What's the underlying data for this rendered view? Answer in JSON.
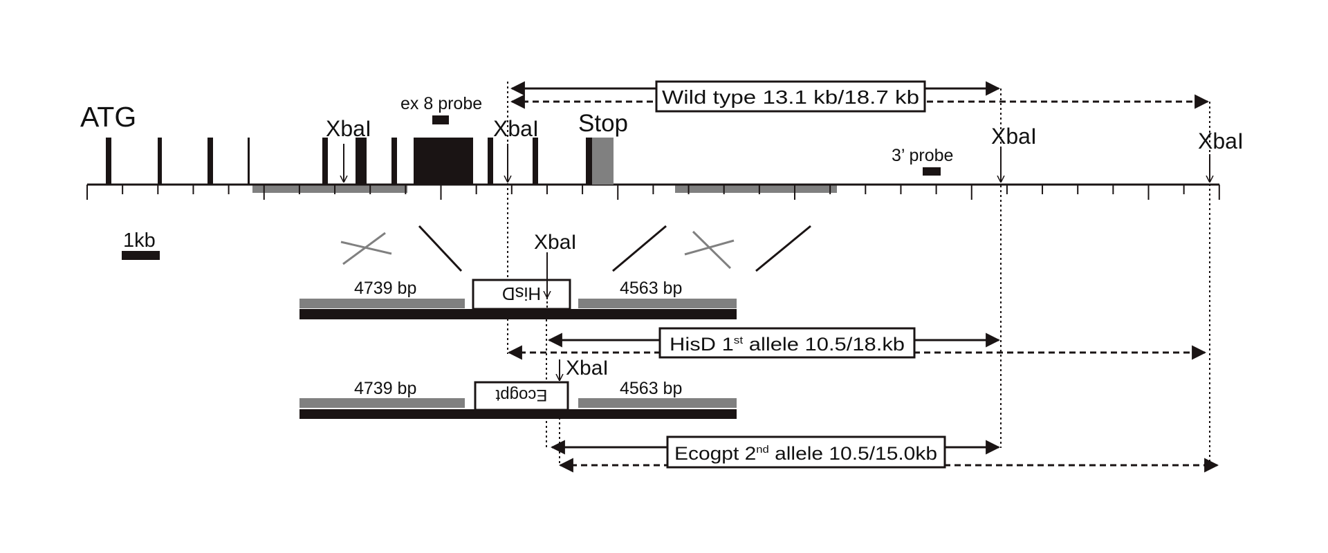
{
  "colors": {
    "black": "#1a1414",
    "grey": "#808080",
    "box_border": "#1a1414"
  },
  "gene": {
    "atg_label": "ATG",
    "stop_label": "Stop",
    "ex8_probe_label": "ex 8 probe",
    "three_prime_probe_label": "3’ probe",
    "xbal_label": "XbaI"
  },
  "scale_bar": {
    "label": "1kb"
  },
  "wild_type": {
    "label": "Wild type 13.1 kb/18.7 kb"
  },
  "hisd_construct": {
    "left_arm": "4739 bp",
    "right_arm": "4563 bp",
    "cassette": "HisD",
    "xbal_label": "XbaI"
  },
  "hisd_allele": {
    "prefix": "HisD 1",
    "sup": "st",
    "suffix": " allele 10.5/18.kb"
  },
  "ecogpt_construct": {
    "left_arm": "4739 bp",
    "right_arm": "4563 bp",
    "cassette": "Ecogpt",
    "xbal_label": "XbaI"
  },
  "ecogpt_allele": {
    "prefix": "Ecogpt 2",
    "sup": "nd",
    "suffix": " allele 10.5/15.0kb"
  }
}
